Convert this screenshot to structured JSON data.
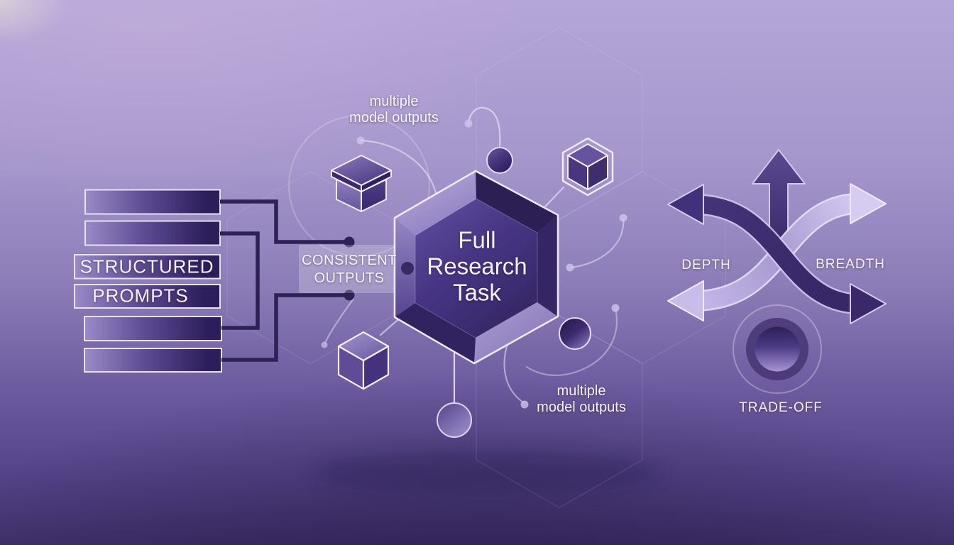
{
  "illustration": {
    "left_stack": {
      "bar_count": 6,
      "label_line1": "STRUCTURED",
      "label_line2": "PROMPTS"
    },
    "center": {
      "connector_label_line1": "CONSISTENT",
      "connector_label_line2": "OUTPUTS",
      "hexagon_label_line1": "Full",
      "hexagon_label_line2": "Research",
      "hexagon_label_line3": "Task",
      "top_note_line1": "multiple",
      "top_note_line2": "model outputs",
      "bottom_note_line1": "multiple",
      "bottom_note_line2": "model outputs"
    },
    "right_group": {
      "left_branch_label": "DEPTH",
      "right_branch_label": "BREADTH",
      "caption": "TRADE-OFF"
    },
    "colors": {
      "background_top": "#b5a6d8",
      "background_bottom": "#42326c",
      "connector_dark": "#2e2156",
      "hexagon_face": "#473584",
      "band_light": "#c9bde9",
      "outline_light": "#f2edfc",
      "text": "#f6f3fd"
    }
  }
}
